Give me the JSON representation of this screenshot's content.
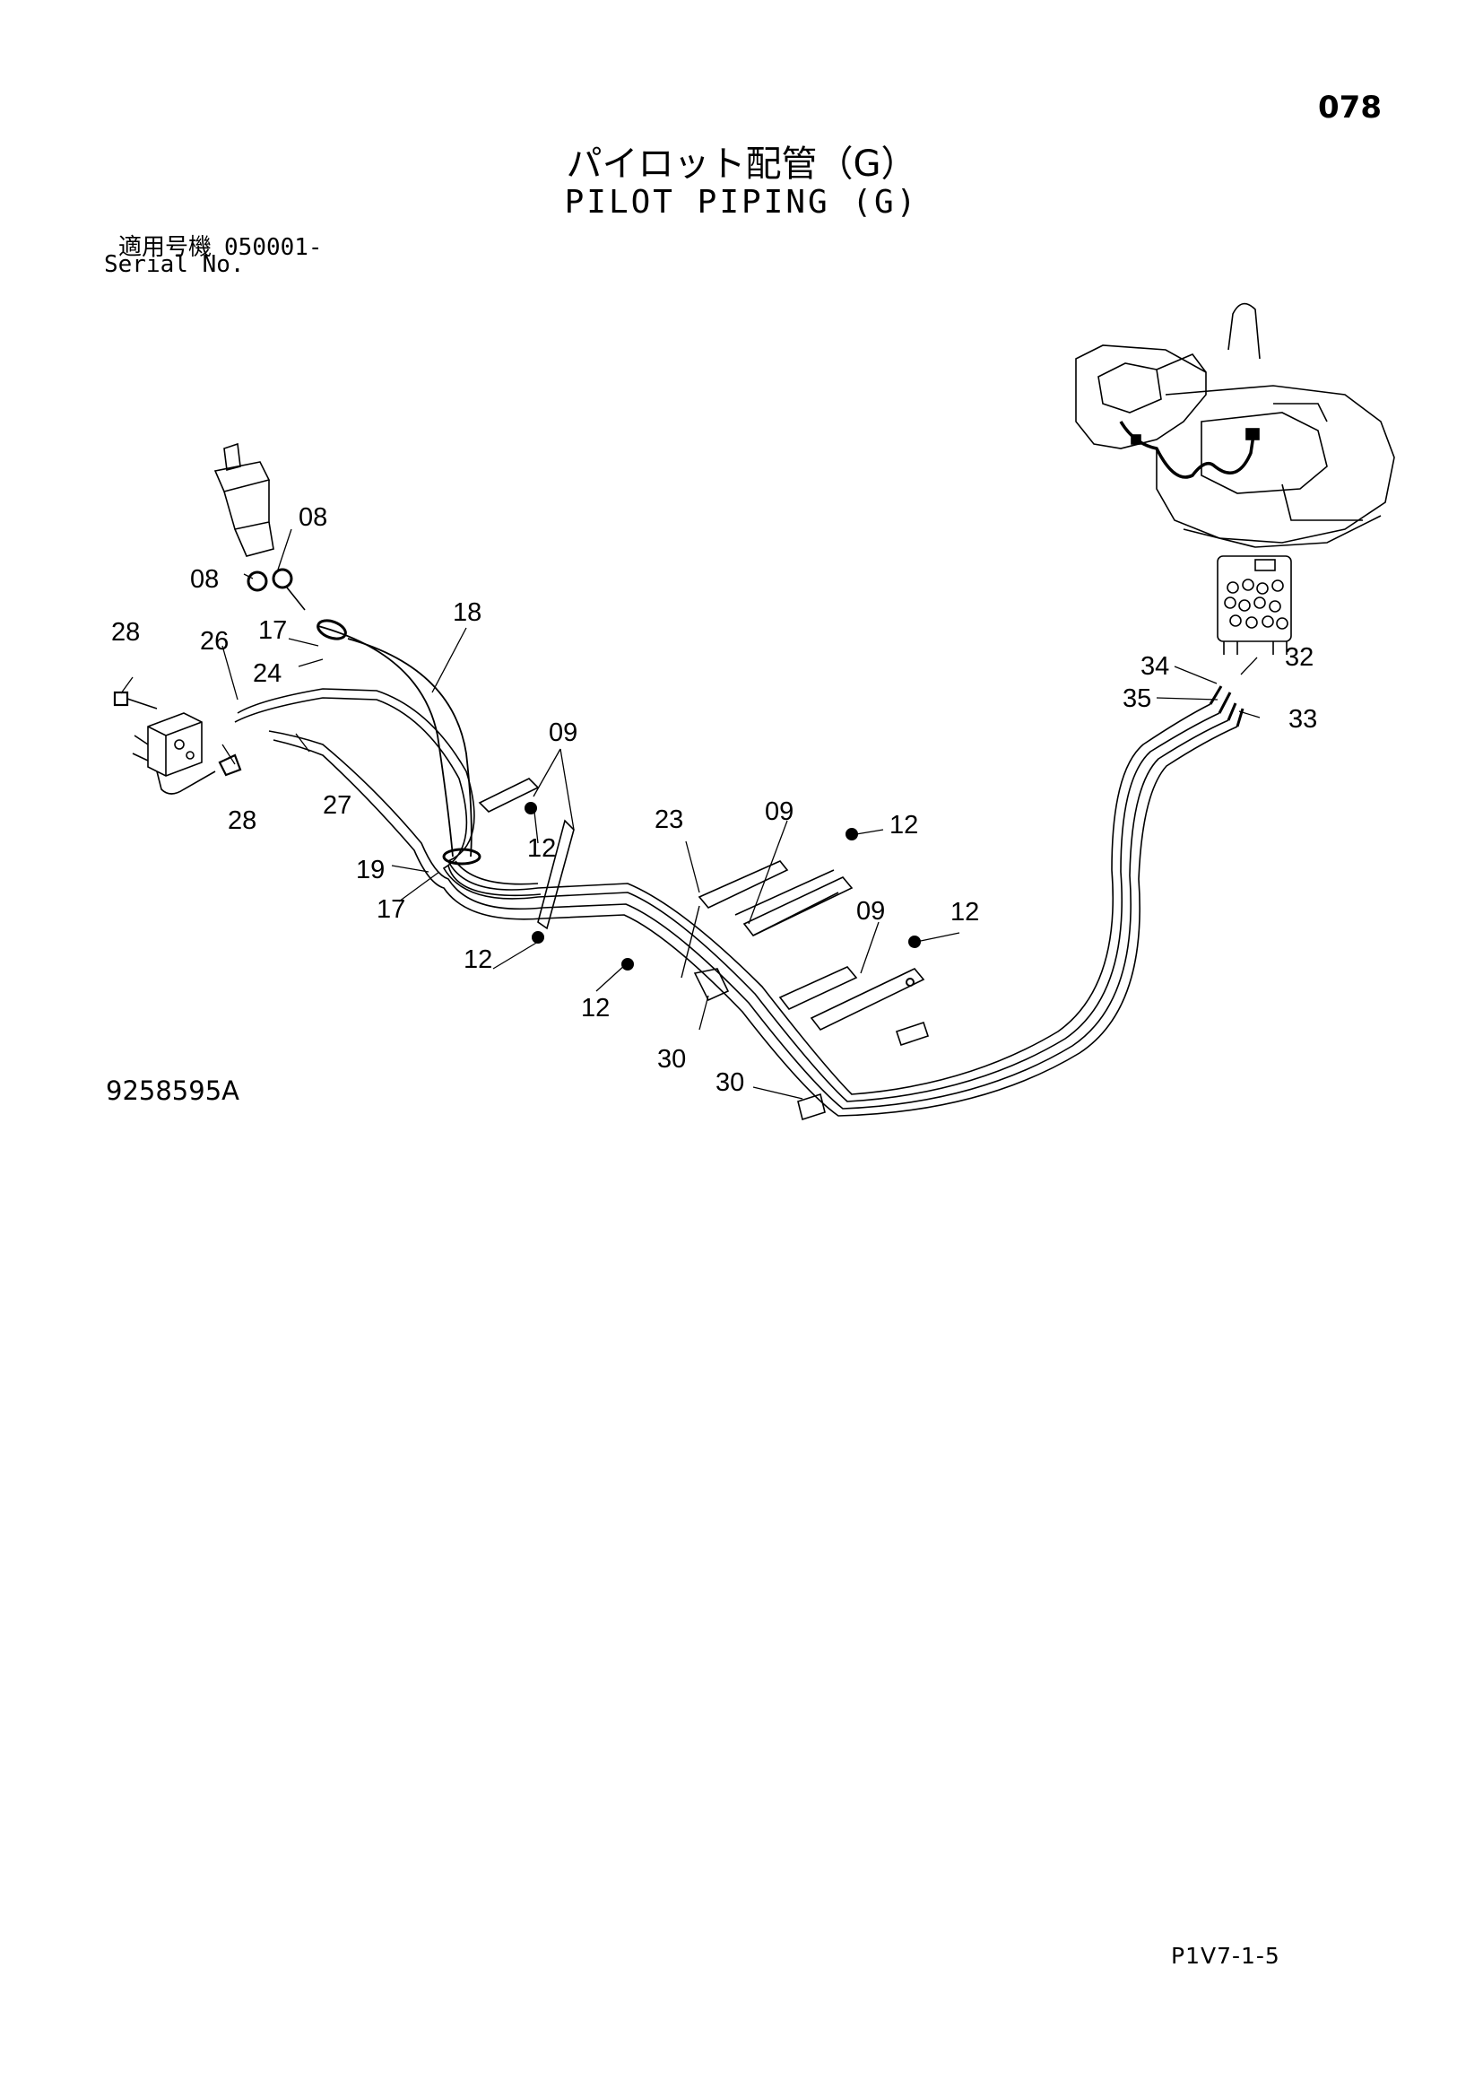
{
  "page_number": "078",
  "title_jp": "パイロット配管（G）",
  "title_en": "PILOT PIPING (G)",
  "serial": {
    "label_jp": "適用号機",
    "number": "050001-",
    "label_en": "Serial No."
  },
  "drawing_code": "9258595A",
  "page_code": "P1V7-1-5",
  "callouts": {
    "c08a": "08",
    "c08b": "08",
    "c28a": "28",
    "c26": "26",
    "c17a": "17",
    "c24": "24",
    "c18": "18",
    "c27": "27",
    "c28b": "28",
    "c09a": "09",
    "c12a": "12",
    "c19": "19",
    "c17b": "17",
    "c12b": "12",
    "c12c": "12",
    "c23": "23",
    "c09b": "09",
    "c12d": "12",
    "c09c": "09",
    "c12e": "12",
    "c30a": "30",
    "c30b": "30",
    "c34": "34",
    "c32": "32",
    "c35": "35",
    "c33": "33"
  }
}
